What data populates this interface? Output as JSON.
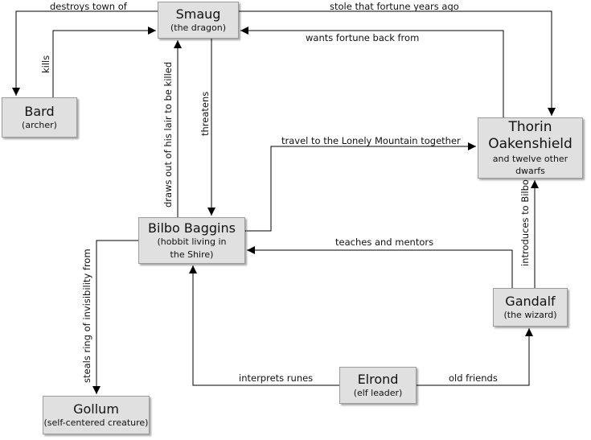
{
  "nodes": {
    "smaug": {
      "name": "Smaug",
      "desc": "(the dragon)"
    },
    "bard": {
      "name": "Bard",
      "desc": "(archer)"
    },
    "thorin": {
      "name_line1": "Thorin",
      "name_line2": "Oakenshield",
      "desc": "and twelve other dwarfs"
    },
    "bilbo": {
      "name": "Bilbo Baggins",
      "desc_line1": "(hobbit living in",
      "desc_line2": "the Shire)"
    },
    "gandalf": {
      "name": "Gandalf",
      "desc": "(the wizard)"
    },
    "elrond": {
      "name": "Elrond",
      "desc": "(elf leader)"
    },
    "gollum": {
      "name": "Gollum",
      "desc": "(self-centered creature)"
    }
  },
  "edges": {
    "smaug_bard": "destroys town of",
    "bard_smaug": "kills",
    "smaug_thorin": "stole that fortune years ago",
    "thorin_smaug": "wants fortune back from",
    "bilbo_smaug": "draws out of his lair to be killed",
    "smaug_bilbo": "threatens",
    "bilbo_thorin": "travel to the Lonely Mountain together",
    "gandalf_thorin": "introduces to Bilbo",
    "gandalf_bilbo": "teaches and mentors",
    "bilbo_gollum": "steals ring of invisibility from",
    "elrond_bilbo": "interprets runes",
    "elrond_gandalf": "old friends"
  },
  "colors": {
    "node_fill": "#e0e0e0",
    "node_border": "#9c9c9c",
    "line": "#000000"
  }
}
